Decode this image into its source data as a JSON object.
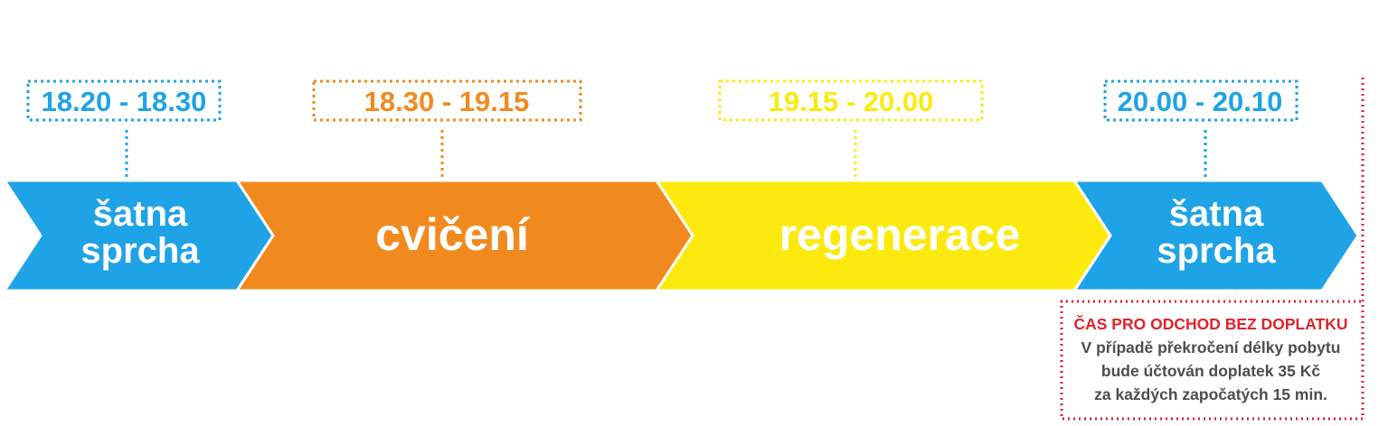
{
  "colors": {
    "blue": "#1ea3e6",
    "orange": "#f18a1e",
    "yellow": "#fcea0e",
    "red": "#e0222a",
    "white": "#ffffff",
    "dark_text": "#4d4d4d"
  },
  "segments": [
    {
      "id": "satna-1",
      "time": "18.20 - 18.30",
      "lines": [
        "šatna",
        "sprcha"
      ],
      "color": "blue"
    },
    {
      "id": "cviceni",
      "time": "18.30 - 19.15",
      "lines": [
        "cvičení"
      ],
      "color": "orange"
    },
    {
      "id": "regenerace",
      "time": "19.15 - 20.00",
      "lines": [
        "regenerace"
      ],
      "color": "yellow"
    },
    {
      "id": "satna-2",
      "time": "20.00 - 20.10",
      "lines": [
        "šatna",
        "sprcha"
      ],
      "color": "blue"
    }
  ],
  "notice": {
    "title": "ČAS PRO ODCHOD BEZ DOPLATKU",
    "lines": [
      "V případě překročení délky pobytu",
      "bude účtován doplatek 35 Kč",
      "za každých započatých 15 min."
    ]
  }
}
